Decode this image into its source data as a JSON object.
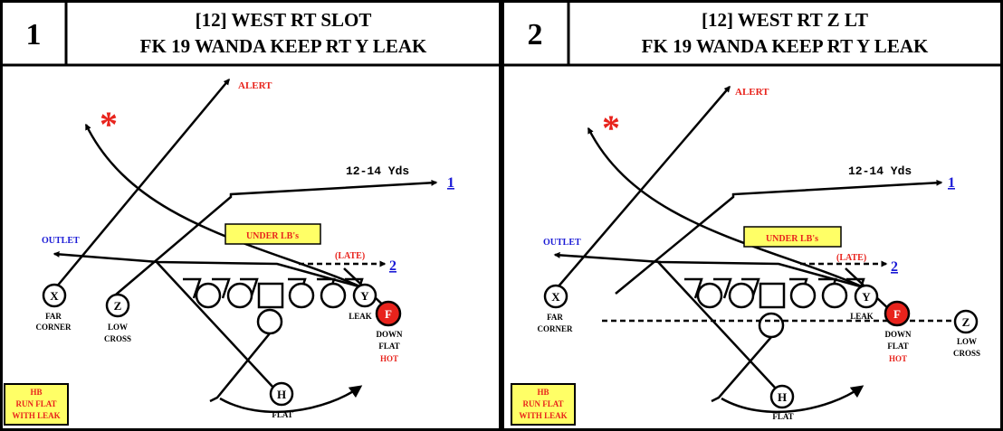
{
  "panels": [
    {
      "number": "1",
      "title_line1": "[12] WEST RT SLOT",
      "title_line2": "FK 19 WANDA KEEP RT Y LEAK",
      "labels": {
        "alert": "ALERT",
        "star": "*",
        "yards": "12-14 Yds",
        "route1": "1",
        "outlet": "OUTLET",
        "under": "UNDER LB's",
        "late": "(LATE)",
        "route2": "2"
      },
      "players": {
        "x": {
          "letter": "X",
          "desc1": "FAR",
          "desc2": "CORNER"
        },
        "z": {
          "letter": "Z",
          "desc1": "LOW",
          "desc2": "CROSS"
        },
        "y": {
          "letter": "Y",
          "desc1": "LEAK"
        },
        "f": {
          "letter": "F",
          "desc1": "DOWN",
          "desc2": "FLAT",
          "desc3": "HOT"
        },
        "h": {
          "letter": "H",
          "desc1": "FLAT"
        }
      },
      "note": {
        "line1": "HB",
        "line2": "RUN FLAT",
        "line3": "WITH LEAK"
      }
    },
    {
      "number": "2",
      "title_line1": "[12] WEST RT Z LT",
      "title_line2": "FK 19 WANDA KEEP RT Y LEAK",
      "labels": {
        "alert": "ALERT",
        "star": "*",
        "yards": "12-14 Yds",
        "route1": "1",
        "outlet": "OUTLET",
        "under": "UNDER LB's",
        "late": "(LATE)",
        "route2": "2"
      },
      "players": {
        "x": {
          "letter": "X",
          "desc1": "FAR",
          "desc2": "CORNER"
        },
        "y": {
          "letter": "Y",
          "desc1": "LEAK"
        },
        "f": {
          "letter": "F",
          "desc1": "DOWN",
          "desc2": "FLAT",
          "desc3": "HOT"
        },
        "z": {
          "letter": "Z",
          "desc1": "LOW",
          "desc2": "CROSS"
        },
        "h": {
          "letter": "H",
          "desc1": "FLAT"
        }
      },
      "note": {
        "line1": "HB",
        "line2": "RUN FLAT",
        "line3": "WITH LEAK"
      }
    }
  ],
  "colors": {
    "red": "#e8231c",
    "blue": "#1a1ad6",
    "yellow": "#ffff66",
    "black": "#000000"
  }
}
